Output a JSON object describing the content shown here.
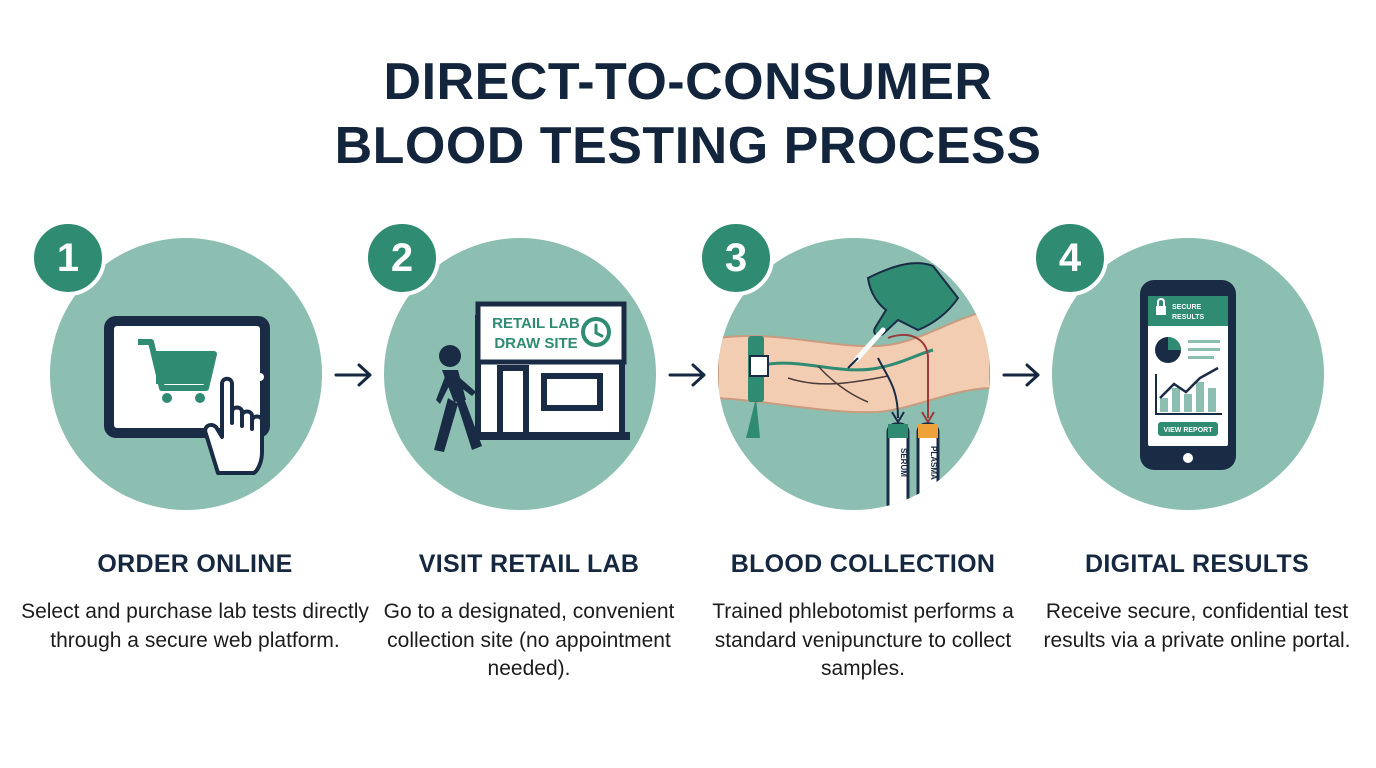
{
  "title": {
    "line1": "DIRECT-TO-CONSUMER",
    "line2": "BLOOD TESTING PROCESS"
  },
  "colors": {
    "circle": "#8cbfb1",
    "badge": "#2f8b72",
    "navy": "#16283f",
    "accent": "#2f8b72"
  },
  "steps": [
    {
      "number": "1",
      "title": "ORDER ONLINE",
      "description": "Select and purchase lab tests directly through a secure web platform.",
      "icon": "tablet-shopping-cart-icon"
    },
    {
      "number": "2",
      "title": "VISIT RETAIL LAB",
      "description": "Go to a designated, convenient collection site (no appointment needed).",
      "icon": "person-walking-to-lab-icon",
      "sign_line1": "RETAIL LAB",
      "sign_line2": "DRAW SITE"
    },
    {
      "number": "3",
      "title": "BLOOD COLLECTION",
      "description": "Trained phlebotomist performs a standard venipuncture to collect samples.",
      "icon": "arm-venipuncture-icon",
      "tube1_label": "SERUM",
      "tube2_label": "PLASMA"
    },
    {
      "number": "4",
      "title": "DIGITAL RESULTS",
      "description": "Receive secure, confidential test results via a private online portal.",
      "icon": "phone-results-icon",
      "screen_header_line1": "SECURE",
      "screen_header_line2": "RESULTS",
      "button_label": "VIEW REPORT"
    }
  ]
}
